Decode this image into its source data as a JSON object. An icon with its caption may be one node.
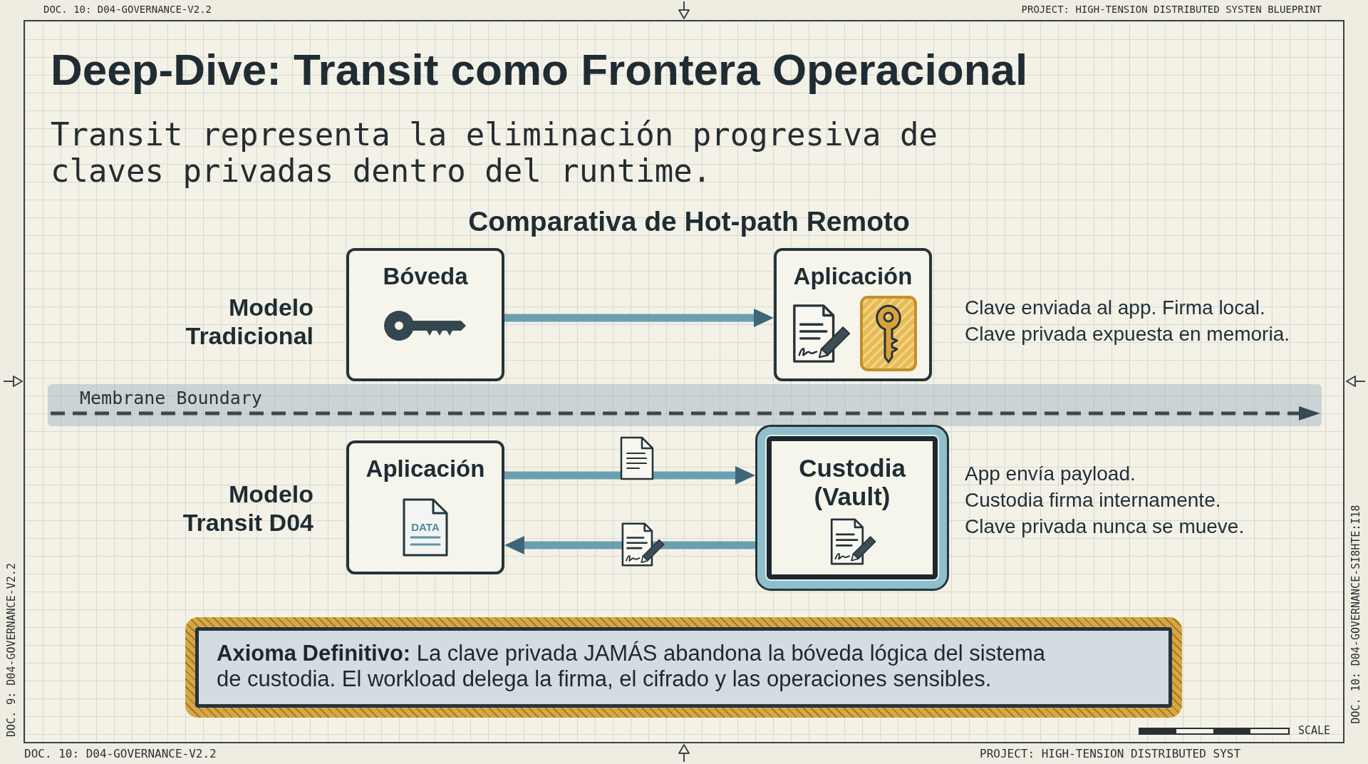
{
  "diagram": {
    "title": "Deep-Dive: Transit como Frontera Operacional",
    "nodes": [
      {
        "text": [
          "Bóveda"
        ]
      },
      {
        "text": [
          "Aplicación"
        ],
        "beside": [
          "Clave enviada al app. Firma local.",
          "Clave privada expuesta en memoria."
        ]
      },
      {
        "text": [
          "Membrane Boundary"
        ]
      },
      {
        "text": [
          "Aplicación",
          "DATA"
        ]
      },
      {
        "text": [
          "Custodia (Vault)"
        ],
        "beside": [
          "App envía payload.",
          "Custodia firma internamente.",
          "Clave privada nunca se mueve."
        ]
      },
      {
        "text": [
          "**Axioma Definitivo:** La clave privada JAMÁS abandona la bóveda lógica del sistema de custodia. El workload delega la firma, el cifrado y las operaciones sensibles."
        ]
      }
    ],
    "edges": [
      {
        "from": 0,
        "to": 1,
        "arrow": "to"
      },
      {
        "from": 3,
        "to": 4,
        "arrow": "to"
      },
      {
        "from": 4,
        "to": 3,
        "arrow": "to"
      }
    ],
    "labels": [
      "DOC. 10: D04-GOVERNANCE-V2.2",
      "PROJECT: HIGH-TENSION DISTRIBUTED SYSTEN BLUEPRINT",
      "Transit representa la eliminación progresiva de claves privadas dentro del runtime.",
      "Comparativa de Hot-path Remoto",
      "Modelo Tradicional",
      "Modelo Transit D04",
      "DOC. 9: D04-GOVERNANCE-V2.2",
      "DOC. 10: D04-GOVERNANCE-SI8HTE:I18",
      "SCALE",
      "DOC. 10: D04-GOVERNANCE-V2.2",
      "PROJECT: HIGH-TENSION DISTRIBUTED SYST"
    ]
  }
}
